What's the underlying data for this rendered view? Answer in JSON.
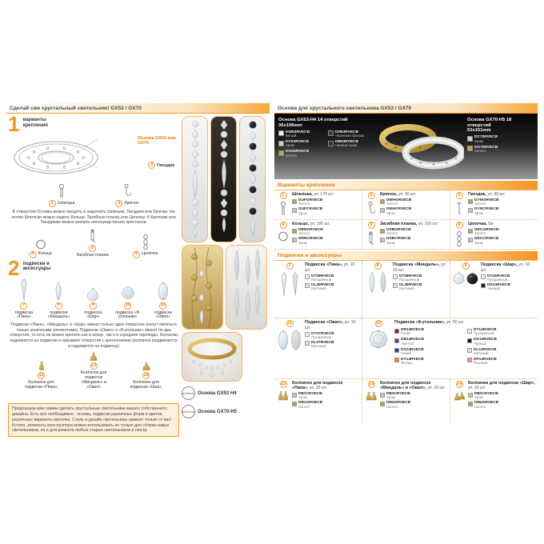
{
  "theme": {
    "accent": "#f7941e",
    "accent_dark": "#e87c00"
  },
  "left": {
    "header": "Сделай сам хрустальный светильник! GX53 / GX70",
    "step1_num": "1",
    "step1_label": "варианты крепления",
    "base_callout": "Основа GX53 или GX70",
    "nail_num": "3",
    "nail_label": "Гвоздик",
    "fasteners1": [
      {
        "num": "1",
        "label": "Шпилька"
      },
      {
        "num": "2",
        "label": "Крючок"
      }
    ],
    "para1": "В отверстия Основы можно продеть и закрепить Шпильки, Гвоздики или Крючки. На петлю Шпильки можно надеть Кольцо, Загибную планку или Цепочку. К Крючкам или Гвоздикам можно крепить непосредственно кристаллы",
    "fasteners2": [
      {
        "num": "4",
        "label": "Кольцо"
      },
      {
        "num": "5",
        "label": "Загибная планка"
      },
      {
        "num": "6",
        "label": "Цепочка"
      }
    ],
    "step2_num": "2",
    "step2_label": "подвески и аксессуары",
    "pendants": [
      {
        "num": "7",
        "label": "подвеска «Пика»"
      },
      {
        "num": "8",
        "label": "подвеска «Миндаль»"
      },
      {
        "num": "9",
        "label": "подвеска «Шар»"
      },
      {
        "num": "10",
        "label": "подвеска «8-угольник»"
      },
      {
        "num": "11",
        "label": "подвеска «Овал»"
      }
    ],
    "para2": "Подвески «Пика», «Миндаль» и «Шар» имеют только одно отверстие (могут являться только конечными элементами). Подвески «Овал» и «8-угольник» имеют по два отверстия, то есть их можно крепить как в конце, так и в середине гирлянды. Колпачки надеваются на подвески и скрывают отверстия с креплениями (колпачок раздвигается и надевается на подвеску)",
    "caps": [
      {
        "num": "12",
        "label": "Колпачок для подвески «Пика»"
      },
      {
        "num": "13",
        "label": "Колпачок для подвесок «Миндаль» и «Овал»"
      },
      {
        "num": "14",
        "label": "Колпачок для подвески «Шар»"
      }
    ],
    "footer": "Предлагаем вам самим сделать хрустальные светильники вашего собственного дизайна. Есть все необходимое : основа, подвески различных форм и цветов, различные варианты крепежа. Стиль и дизайн светильника зависит только от вас! Кстати, элементы конструктора можно использовать не только для сборки новых светильников, но и для ремонта любых старых светильников и люстр.",
    "bases": [
      {
        "dia": "⌀106mm",
        "label": "Основа GX53 H4"
      },
      {
        "dia": "⌀151mm",
        "label": "Основа GX70-H5"
      }
    ]
  },
  "right": {
    "header": "Основа для хрустального светильника GX53 / GX70",
    "base1_title": "Основа GX53-H4 14 отверстий",
    "base1_size": "36x106mm",
    "base1_options": [
      {
        "code": "DW53RVECB",
        "name": "Белый",
        "color": "#f2f2ee"
      },
      {
        "code": "DC53RVECB",
        "name": "Хром",
        "color": "#c9ced4"
      },
      {
        "code": "DG53RVECB",
        "name": "Золото",
        "color": "#c9a23c"
      },
      {
        "code": "DN53RVECB",
        "name": "Черненая бронза",
        "color": "#4e3a26"
      },
      {
        "code": "DB53RVECB",
        "name": "Черный хром",
        "color": "#33363b"
      }
    ],
    "base2_title": "Основа GX70-H5 18 отверстий",
    "base2_size": "53x151mm",
    "base2_options": [
      {
        "code": "DC70RVECB",
        "name": "Хром",
        "color": "#c9ced4"
      },
      {
        "code": "DG70RVECB",
        "name": "Золото",
        "color": "#c9a23c"
      }
    ],
    "mount_header": "Варианты крепления",
    "mounts": [
      {
        "num": "1",
        "name": "Шпилька,",
        "qty": "уп. 170 шт.",
        "codes": [
          {
            "code": "DUFGRVECB",
            "name": "Золото",
            "color": "#c9a23c"
          },
          {
            "code": "DUFCRVECB",
            "name": "Хром",
            "color": "#c0c6cc"
          }
        ]
      },
      {
        "num": "2",
        "name": "Крючок,",
        "qty": "уп. 90 шт.",
        "codes": [
          {
            "code": "DMHGRVECB",
            "name": "Золото",
            "color": "#c9a23c"
          },
          {
            "code": "DMHCRVECB",
            "name": "Хром",
            "color": "#c0c6cc"
          }
        ]
      },
      {
        "num": "3",
        "name": "Гвоздик,",
        "qty": "уп. 90 шт.",
        "codes": [
          {
            "code": "DYNGRVECB",
            "name": "Золото",
            "color": "#c9a23c"
          },
          {
            "code": "DYNCRVECB",
            "name": "Хром",
            "color": "#c0c6cc"
          }
        ]
      },
      {
        "num": "4",
        "name": "Кольцо,",
        "qty": "уп. 190 шт.",
        "codes": [
          {
            "code": "DRNGRVECB",
            "name": "Золото",
            "color": "#c9a23c"
          },
          {
            "code": "DRNCRVECB",
            "name": "Хром",
            "color": "#c0c6cc"
          }
        ]
      },
      {
        "num": "5",
        "name": "Загибная планка,",
        "qty": "уп. 200 шт.",
        "codes": [
          {
            "code": "DSBGRVECB",
            "name": "Золото",
            "color": "#c9a23c"
          },
          {
            "code": "DSBCRVECB",
            "name": "Хром",
            "color": "#c0c6cc"
          }
        ]
      },
      {
        "num": "6",
        "name": "Цепочка,",
        "qty": "5м",
        "codes": [
          {
            "code": "DECGRVECB",
            "name": "Золото",
            "color": "#c9a23c"
          },
          {
            "code": "DECCRVECB",
            "name": "Хром",
            "color": "#c0c6cc"
          }
        ]
      }
    ],
    "pendant_header": "Подвески и аксессуары",
    "pendants": [
      {
        "num": "7",
        "name": "Подвеска «Пика»,",
        "qty": "уп. 10 шт.",
        "codes": [
          {
            "code": "DT39RVECB",
            "name": "Прозрачный",
            "color": "#eef2f4"
          },
          {
            "code": "DL39RVECB",
            "name": "Матовый",
            "color": "#dfe3e5"
          }
        ]
      },
      {
        "num": "8",
        "name": "Подвеска «Миндаль»,",
        "qty": "уп. 10 шт.",
        "codes": [
          {
            "code": "DT38RVECB",
            "name": "Прозрачный",
            "color": "#eef2f4"
          },
          {
            "code": "DL38RVECB",
            "name": "Матовый",
            "color": "#dfe3e5"
          }
        ]
      },
      {
        "num": "9",
        "name": "Подвеска «Шар»,",
        "qty": "уп. 10 шт.",
        "codes": [
          {
            "code": "DT24RVECB",
            "name": "Прозрачный",
            "color": "#eef2f4"
          },
          {
            "code": "DK24RVECB",
            "name": "Черный",
            "color": "#17181a"
          }
        ]
      },
      {
        "num": "11",
        "name": "Подвеска «Овал»,",
        "qty": "уп. 10 шт.",
        "codes": [
          {
            "code": "DT37RVECB",
            "name": "Прозрачный",
            "color": "#eef2f4"
          },
          {
            "code": "DL37RVECB",
            "name": "Матовый",
            "color": "#dfe3e5"
          }
        ]
      }
    ],
    "octagon": {
      "num": "10",
      "name": "Подвеска «8-угольник»,",
      "qty": "уп. 50 шт.",
      "codes": [
        {
          "code": "DR14RVECB",
          "name": "Рубин",
          "color": "#9e1420"
        },
        {
          "code": "DB14RVECB",
          "name": "Аметист",
          "color": "#6a2e9e"
        },
        {
          "code": "DS14RVECB",
          "name": "Синий",
          "color": "#1c3f9e"
        },
        {
          "code": "DY14RVECB",
          "name": "Янтарь",
          "color": "#d29a1e"
        },
        {
          "code": "DT14RVECB",
          "name": "Прозрачный",
          "color": "#eef2f4"
        },
        {
          "code": "DK14RVECB",
          "name": "Черный",
          "color": "#17181a"
        },
        {
          "code": "DL14RVECB",
          "name": "Матовый",
          "color": "#dfe3e5"
        },
        {
          "code": "DP14RVECB",
          "name": "Розовый",
          "color": "#e58fb4"
        }
      ]
    },
    "caps": [
      {
        "num": "12",
        "name": "Колпачок для подвесок «Пика»,",
        "qty": "уп. 20 шт.",
        "codes": [
          {
            "code": "DB1CRVECB",
            "name": "Хром",
            "color": "#c0c6cc"
          },
          {
            "code": "DB1GRVECB",
            "name": "Золото",
            "color": "#c9a23c"
          }
        ]
      },
      {
        "num": "13",
        "name": "Колпачок для подвесок «Миндаль» и «Овал»,",
        "qty": "уп. 20 шт.",
        "codes": [
          {
            "code": "DB3CRVECB",
            "name": "Хром",
            "color": "#c0c6cc"
          },
          {
            "code": "DB3GRVECB",
            "name": "Золото",
            "color": "#c9a23c"
          }
        ]
      },
      {
        "num": "14",
        "name": "Колпачки для подвески «Шар»,",
        "qty": "уп. 20 шт.",
        "codes": [
          {
            "code": "DB2CRVECB",
            "name": "Хром",
            "color": "#c0c6cc"
          },
          {
            "code": "DB2GRVECB",
            "name": "Золото",
            "color": "#c9a23c"
          }
        ]
      }
    ]
  }
}
